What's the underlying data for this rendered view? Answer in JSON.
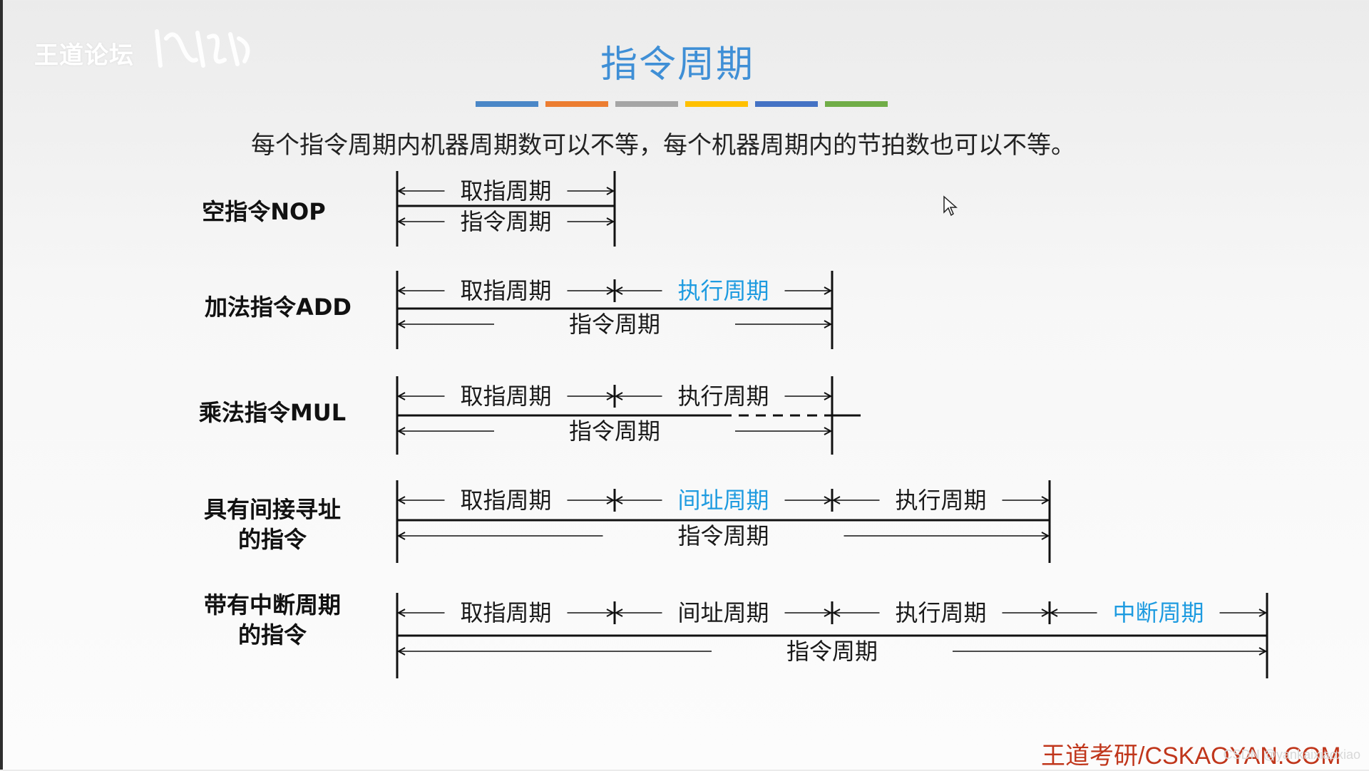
{
  "watermark": "王道论坛",
  "title": "指令周期",
  "color_bar": [
    "#4a87c7",
    "#ec7d31",
    "#a5a5a5",
    "#ffc000",
    "#4472c4",
    "#70ad47"
  ],
  "subtitle": "每个指令周期内机器周期数可以不等，每个机器周期内的节拍数也可以不等。",
  "rows": [
    {
      "label": [
        "空指令NOP"
      ],
      "phases": [
        {
          "text": "取指周期",
          "highlight": false
        }
      ],
      "total": "指令周期"
    },
    {
      "label": [
        "加法指令ADD"
      ],
      "phases": [
        {
          "text": "取指周期",
          "highlight": false
        },
        {
          "text": "执行周期",
          "highlight": true
        }
      ],
      "total": "指令周期"
    },
    {
      "label": [
        "乘法指令MUL"
      ],
      "phases": [
        {
          "text": "取指周期",
          "highlight": false
        },
        {
          "text": "执行周期",
          "highlight": false
        }
      ],
      "total": "指令周期"
    },
    {
      "label": [
        "具有间接寻址",
        "的指令"
      ],
      "phases": [
        {
          "text": "取指周期",
          "highlight": false
        },
        {
          "text": "间址周期",
          "highlight": true
        },
        {
          "text": "执行周期",
          "highlight": false
        }
      ],
      "total": "指令周期"
    },
    {
      "label": [
        "带有中断周期",
        "的指令"
      ],
      "phases": [
        {
          "text": "取指周期",
          "highlight": false
        },
        {
          "text": "间址周期",
          "highlight": false
        },
        {
          "text": "执行周期",
          "highlight": false
        },
        {
          "text": "中断周期",
          "highlight": true
        }
      ],
      "total": "指令周期"
    }
  ],
  "colors": {
    "highlight": "#1e9be0",
    "line": "#111111",
    "title": "#3f8fd6"
  },
  "footer": {
    "cn": "王道考研",
    "en": "/CSKAOYAN.COM"
  },
  "csdn": "CSDN @yankaixiaoxiao"
}
